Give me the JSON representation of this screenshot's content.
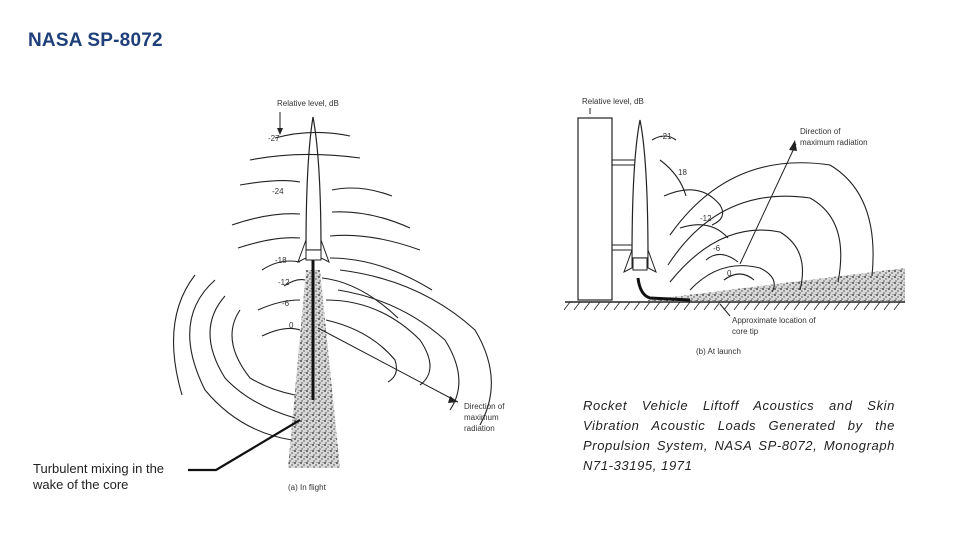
{
  "slide": {
    "title": "NASA SP-8072",
    "callout": "Turbulent mixing in the wake of the core",
    "caption": "Rocket Vehicle Liftoff Acoustics and Skin Vibration Acoustic Loads Generated by the Propulsion System, NASA SP-8072, Monograph N71-33195, 1971"
  },
  "flight_diagram": {
    "axis_label": "Relative level, dB",
    "levels": [
      "-27",
      "-24",
      "-18",
      "-12",
      "-6",
      "0"
    ],
    "radiation_label": [
      "Direction of",
      "maximum",
      "radiation"
    ],
    "sublabel": "(a)  In flight"
  },
  "launch_diagram": {
    "axis_label": "Relative level, dB",
    "levels": [
      "-21",
      "18",
      "-12",
      "-6",
      "0"
    ],
    "radiation_label": [
      "Direction of",
      "maximum radiation"
    ],
    "core_tip_label": [
      "Approximate location of",
      "core tip"
    ],
    "sublabel": "(b)  At launch"
  }
}
